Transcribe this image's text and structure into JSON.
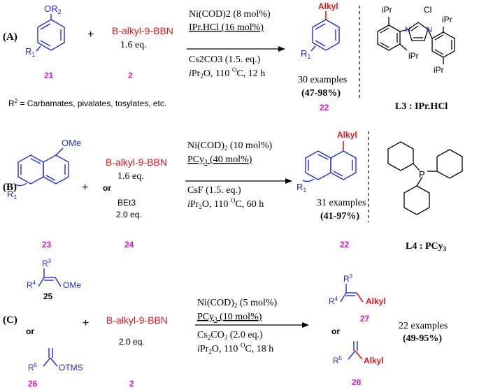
{
  "colors": {
    "blue": "#1f2bd8",
    "red": "#e8141b",
    "magenta": "#d816c8",
    "black": "#000000"
  },
  "A": {
    "label": "(A)",
    "sub_or": "OR",
    "sub_or_sub": "2",
    "r1": "R",
    "r1_sub": "1",
    "cmpd_sub": "21",
    "reagent": "B-alkyl-9-BBN",
    "reagent_eq": "1.6 eq.",
    "cmpd_reagent": "2",
    "cond1": "Ni(COD)2 (8 mol%)",
    "cond2": "IPr.HCl (16 mol%)",
    "cond3": "Cs2CO3 (1.5. eq.)",
    "cond4_i": "i",
    "cond4_a": "Pr",
    "cond4_sub": "2",
    "cond4_b": "O, 110 ",
    "cond4_sup": "O",
    "cond4_c": "C, 12 h",
    "product": "Alkyl",
    "examples": "30 examples",
    "yield": "(47-98%)",
    "cmpd_product": "22",
    "note_r": "R",
    "note_sup": "2",
    "note": " = Carbamates, pivalates, tosylates, etc.",
    "ligand_name": "L3 : IPr.HCl",
    "ipr": "iPr",
    "cl": "Cl",
    "n": "N",
    "plus_sign": "+"
  },
  "B": {
    "label": "(B)",
    "ome": "OMe",
    "r1": "R",
    "r1_sub": "1",
    "cmpd_sub": "23",
    "reagent": "B-alkyl-9-BBN",
    "reagent_eq": "1.6 eq.",
    "or": "or",
    "reagent2": "BEt3",
    "reagent2_eq": "2.0 eq.",
    "cmpd_reagent": "24",
    "cond1_a": "Ni(COD)",
    "cond1_sub": "2",
    "cond1_b": " (10 mol%)",
    "cond2_a": "PCy",
    "cond2_sub": "3",
    "cond2_b": " (40 mol%)",
    "cond3": "CsF (1.5. eq.)",
    "cond4_i": "i",
    "cond4_a": "Pr",
    "cond4_sub": "2",
    "cond4_b": "O, 110 ",
    "cond4_sup": "O",
    "cond4_c": "C, 60 h",
    "product": "Alkyl",
    "examples": "31 examples",
    "yield": "(41-97%)",
    "cmpd_product": "22",
    "ligand_name_a": "L4 : PCy",
    "ligand_name_sub": "3",
    "p": "P"
  },
  "C": {
    "label": "(C)",
    "r3": "R",
    "r3_sup": "3",
    "r4": "R",
    "r4_sup": "4",
    "ome": "OMe",
    "cmpd_sub1": "25",
    "or": "or",
    "r5": "R",
    "r5_sup": "5",
    "otms": "OTMS",
    "cmpd_sub2": "26",
    "reagent": "B-alkyl-9-BBN",
    "reagent_eq": "2.0 eq.",
    "cmpd_reagent": "2",
    "cond1_a": "Ni(COD)",
    "cond1_sub": "2",
    "cond1_b": " (5 mol%)",
    "cond2_a": "PCy",
    "cond2_sub": "3",
    "cond2_b": " (10 mol%)",
    "cond3_a": "Cs",
    "cond3_sub": "2",
    "cond3_b": "CO",
    "cond3_sub2": "3",
    "cond3_c": " (2.0 eq.)",
    "cond4_i": "i",
    "cond4_a": "Pr",
    "cond4_sub": "2",
    "cond4_b": "O, 110 ",
    "cond4_sup": "O",
    "cond4_c": "C, 18 h",
    "product": "Alkyl",
    "cmpd_prod1": "27",
    "prod_or": "or",
    "cmpd_prod2": "28",
    "examples": "22 examples",
    "yield": "(49-95%)"
  }
}
